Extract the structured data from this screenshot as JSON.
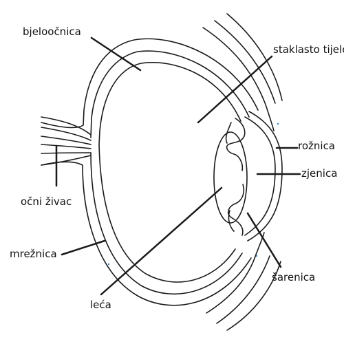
{
  "diagram": {
    "labels": {
      "bjeloocnica": "bjeloočnica",
      "staklasto_tijelo": "staklasto tijelo",
      "roznica": "rožnica",
      "zjenica": "zjenica",
      "ocni_zivac": "očni živac",
      "mreznica": "mrežnica",
      "sarenica": "šarenica",
      "leca": "leća"
    },
    "colors": {
      "stroke": "#1a1a1a",
      "background": "#ffffff",
      "accent_dots": "#3b82c4"
    }
  }
}
